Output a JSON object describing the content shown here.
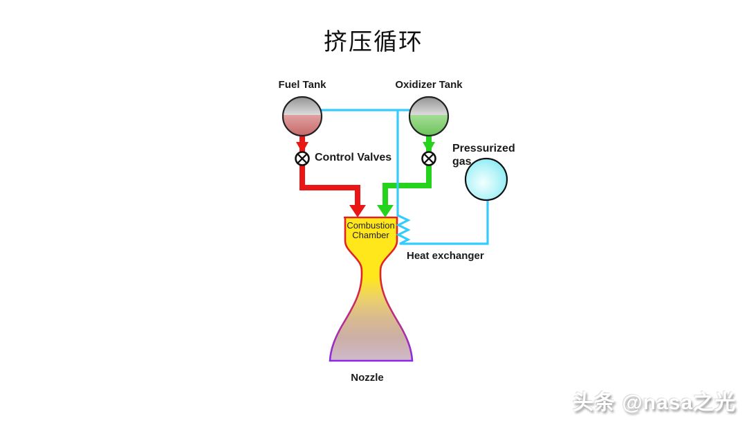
{
  "title": "挤压循环",
  "diagram": {
    "fuel_tank_label": "Fuel Tank",
    "oxidizer_tank_label": "Oxidizer Tank",
    "control_valves_label": "Control Valves",
    "pressurized_gas_label_line1": "Pressurized",
    "pressurized_gas_label_line2": "gas",
    "combustion_chamber_line1": "Combustion",
    "combustion_chamber_line2": "Chamber",
    "heat_exchanger_label": "Heat exchanger",
    "nozzle_label": "Nozzle"
  },
  "watermark": "头条 @nasa之光",
  "colors": {
    "pipe_cyan": "#33ccff",
    "pipe_red": "#ea1515",
    "pipe_green": "#25d31c",
    "fuel_liquid": "#d08080",
    "oxidizer_liquid": "#82ce72",
    "pressurant_fill": "#8ceef4",
    "chamber_yellow": "#ffe71c",
    "chamber_border_red": "#e32222",
    "nozzle_border_purple": "#8a2be2"
  }
}
